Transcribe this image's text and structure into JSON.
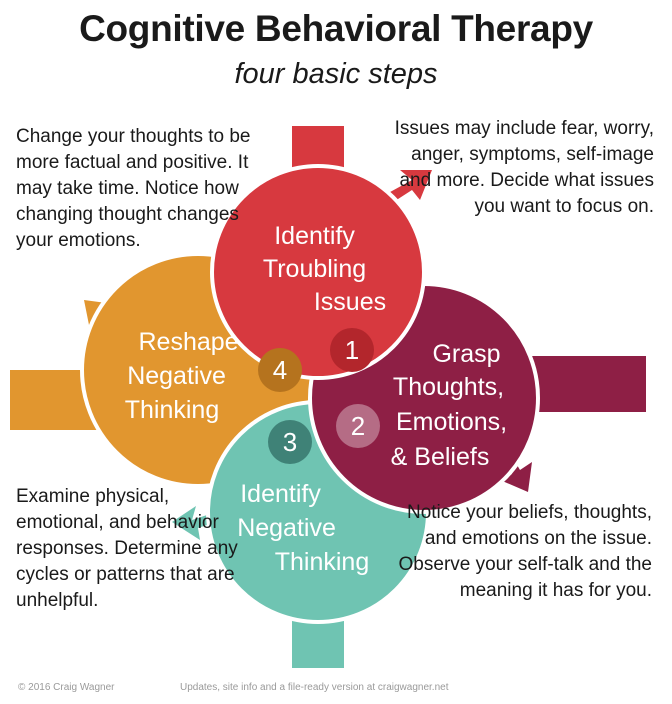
{
  "header": {
    "title": "Cognitive Behavioral Therapy",
    "subtitle": "four basic steps"
  },
  "steps": [
    {
      "number": "1",
      "label_lines": [
        "Identify",
        "Troubling",
        "Issues"
      ],
      "color": "#d7393f"
    },
    {
      "number": "2",
      "label_lines": [
        "Grasp",
        "Thoughts,",
        "Emotions,",
        "& Beliefs"
      ],
      "color": "#8e1f45"
    },
    {
      "number": "3",
      "label_lines": [
        "Identify",
        "Negative",
        "Thinking"
      ],
      "color": "#6fc4b2"
    },
    {
      "number": "4",
      "label_lines": [
        "Reshape",
        "Negative",
        "Thinking"
      ],
      "color": "#e1962f"
    }
  ],
  "notes": {
    "top_left": "Change your thoughts to be more factual and positive. It may take time. Notice how changing thought changes your emotions.",
    "top_right": "Issues may include fear, worry, anger, symptoms, self-image and more. Decide what issues you want to focus on.",
    "bottom_left": "Examine physical, emotional, and behavior responses. Determine any cycles or patterns that are unhelpful.",
    "bottom_right": "Notice your beliefs, thoughts, and emotions on the issue. Observe your self-talk and the meaning it has for you."
  },
  "footer": {
    "left": "© 2016 Craig Wagner",
    "right": "Updates, site info and a file-ready version at craigwagner.net"
  }
}
